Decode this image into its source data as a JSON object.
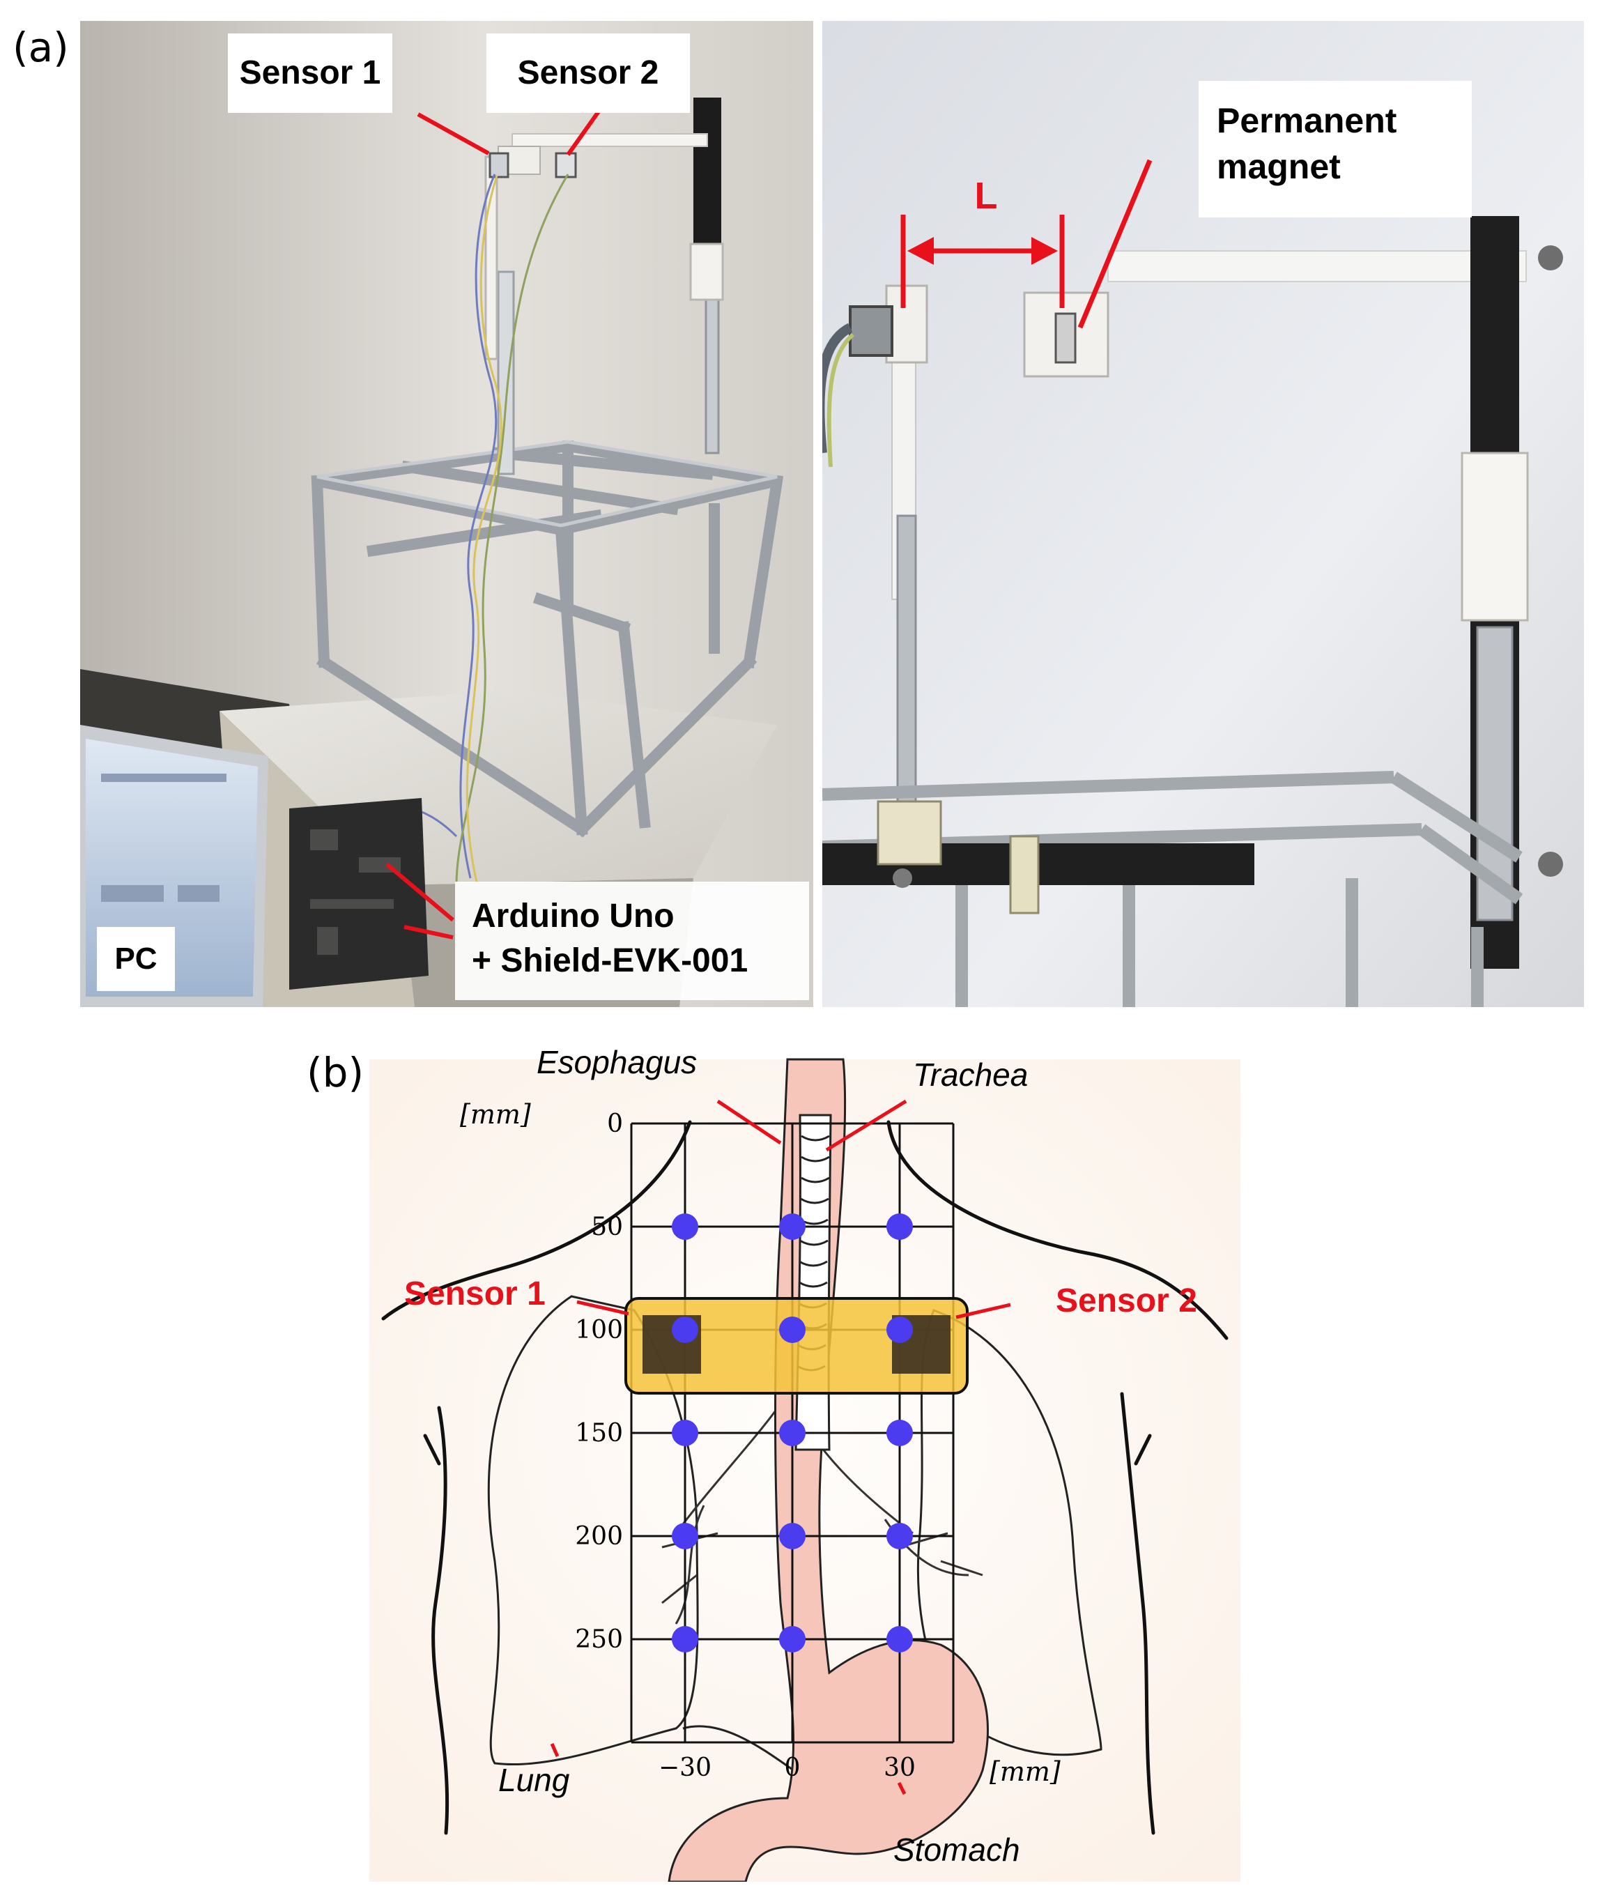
{
  "panel_a": {
    "label": "(a)",
    "callouts": {
      "sensor1": "Sensor 1",
      "sensor2": "Sensor 2",
      "magnet_line1": "Permanent",
      "magnet_line2": "magnet",
      "distance": "L",
      "arduino_line1": "Arduino Uno",
      "arduino_line2": "+ Shield-EVK-001",
      "pc": "PC"
    }
  },
  "panel_b": {
    "label": "(b)",
    "unit_y": "[mm]",
    "unit_x": "[mm]",
    "y_ticks": [
      "0",
      "50",
      "100",
      "150",
      "200",
      "250"
    ],
    "x_ticks": [
      "−30",
      "0",
      "30"
    ],
    "organs": {
      "esophagus": "Esophagus",
      "trachea": "Trachea",
      "lung": "Lung",
      "stomach": "Stomach"
    },
    "sensors": {
      "sensor1": "Sensor 1",
      "sensor2": "Sensor 2"
    },
    "measurement_points": {
      "x_mm": [
        -30,
        0,
        30
      ],
      "y_mm": [
        50,
        100,
        150,
        200,
        250
      ]
    },
    "colors": {
      "accent_red": "#e8101a",
      "point_blue": "#4b3cf0",
      "sensor_board": "#f5c33a",
      "organ_pink": "#f7c6bb",
      "background": "#fdf8f3"
    }
  }
}
